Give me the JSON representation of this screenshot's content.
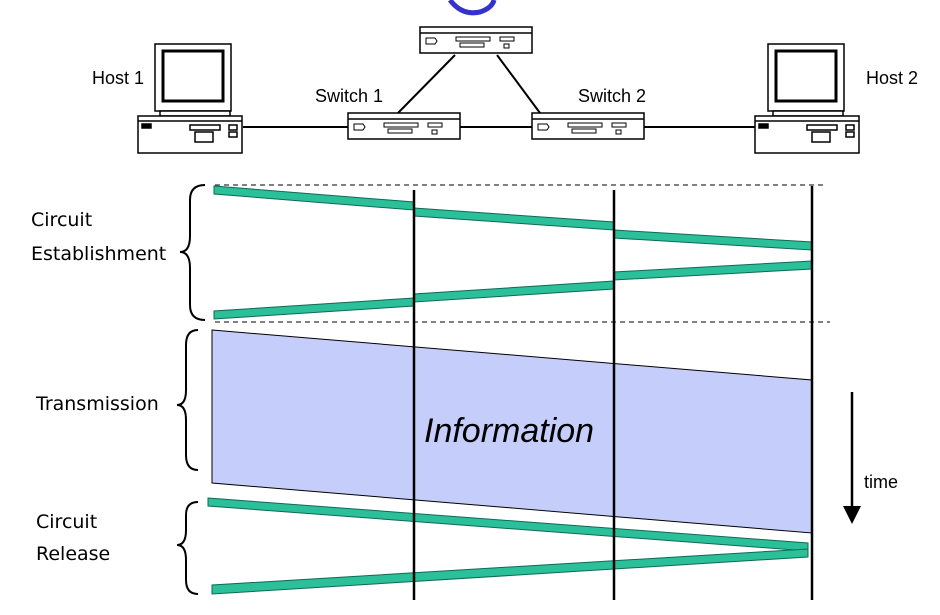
{
  "nodes": {
    "host1": "Host 1",
    "switch1": "Switch 1",
    "switch2": "Switch 2",
    "host2": "Host 2"
  },
  "phases": {
    "establishment": [
      "Circuit",
      "Establishment"
    ],
    "transmission": "Transmission",
    "release": [
      "Circuit",
      "Release"
    ]
  },
  "info_label": "Information",
  "time_label": "time",
  "colors": {
    "signal": "#2bbf9a",
    "signal_stroke": "#0d6b52",
    "information_fill": "#c5cdfb",
    "title_fragment": "#3333cc"
  }
}
